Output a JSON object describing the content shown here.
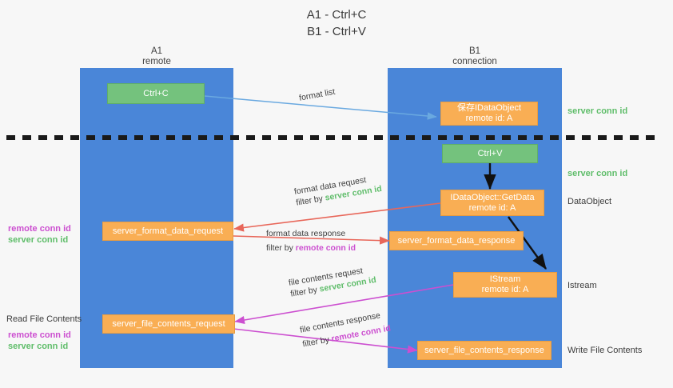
{
  "title": "A1 - Ctrl+C\nB1 - Ctrl+V",
  "lanes": [
    {
      "name": "lane-a1",
      "header": "A1\nremote"
    },
    {
      "name": "lane-b1",
      "header": "B1\nconnection"
    }
  ],
  "nodes": {
    "ctrl_c": "Ctrl+C",
    "ctrl_v": "Ctrl+V",
    "idataobject": "保存IDataObject\nremote id: A",
    "getdata": "IDataObject::GetData\nremote id: A",
    "istream": "IStream\nremote id: A",
    "format_data_request": "server_format_data_request",
    "format_data_response": "server_format_data_response",
    "file_contents_request": "server_file_contents_request",
    "file_contents_response": "server_file_contents_response"
  },
  "edges": {
    "format_list": "format list",
    "format_data_request_title": "format data request",
    "format_data_request_filter_prefix": "filter by ",
    "format_data_request_filter_value": "server conn id",
    "format_data_response_title": "format data response",
    "format_data_response_filter_prefix": "filter by ",
    "format_data_response_filter_value": "remote conn id",
    "file_contents_request_title": "file contents request",
    "file_contents_request_filter_prefix": "filter by ",
    "file_contents_request_filter_value": "server conn id",
    "file_contents_response_title": "file contents response",
    "file_contents_response_filter_prefix": "filter by ",
    "file_contents_response_filter_value": "remote conn id"
  },
  "annotations": {
    "right_server_conn_id_top": "server conn id",
    "right_server_conn_id_mid": "server conn id",
    "right_dataobject": "DataObject",
    "right_istream": "Istream",
    "right_write_file_contents": "Write File Contents",
    "left_remote_conn_id_1": "remote conn id",
    "left_server_conn_id_1": "server conn id",
    "left_read_file_contents": "Read File Contents",
    "left_remote_conn_id_2": "remote conn id",
    "left_server_conn_id_2": "server conn id"
  },
  "colors": {
    "lane": "#4a86d8",
    "green_node": "#74c27d",
    "orange_node": "#f9ae54",
    "server_conn_id": "#5fbd6a",
    "remote_conn_id": "#cc4fd0",
    "divider": "#1a1a1a",
    "arrow_blue": "#6aa9e0",
    "arrow_red": "#e8675a",
    "arrow_magenta": "#cc4fd0",
    "arrow_black": "#111111",
    "background": "#f7f7f7"
  }
}
